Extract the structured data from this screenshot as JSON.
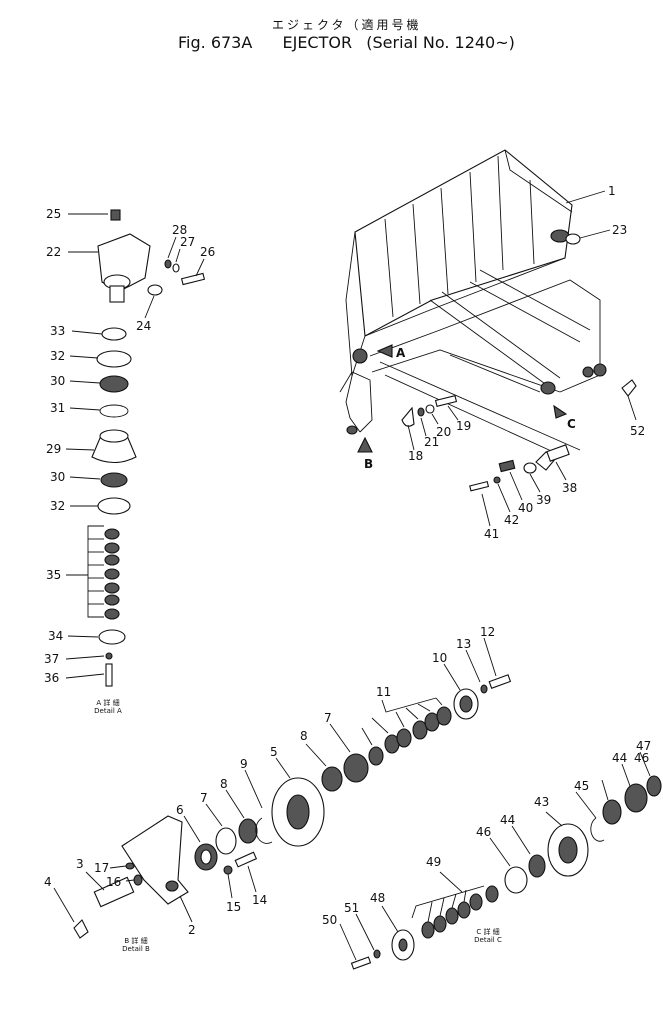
{
  "header": {
    "title_jp": "エジェクタ（適用号機",
    "fig_label": "Fig. 673A",
    "part_name": "EJECTOR",
    "serial": "(Serial No. 1240~)"
  },
  "callouts": {
    "p1": "1",
    "p2": "2",
    "p3": "3",
    "p4": "4",
    "p5": "5",
    "p6": "6",
    "p7a": "7",
    "p7b": "7",
    "p8a": "8",
    "p8b": "8",
    "p9": "9",
    "p10": "10",
    "p11": "11",
    "p12": "12",
    "p13": "13",
    "p14": "14",
    "p15": "15",
    "p16": "16",
    "p17": "17",
    "p18": "18",
    "p19": "19",
    "p20": "20",
    "p21": "21",
    "p22": "22",
    "p23": "23",
    "p24": "24",
    "p25": "25",
    "p26": "26",
    "p27": "27",
    "p28": "28",
    "p29": "29",
    "p30a": "30",
    "p30b": "30",
    "p31": "31",
    "p32a": "32",
    "p32b": "32",
    "p33": "33",
    "p34": "34",
    "p35": "35",
    "p36": "36",
    "p37": "37",
    "p38": "38",
    "p39": "39",
    "p40": "40",
    "p41": "41",
    "p42": "42",
    "p43": "43",
    "p44a": "44",
    "p44b": "44",
    "p45": "45",
    "p46a": "46",
    "p46b": "46",
    "p47": "47",
    "p48": "48",
    "p49": "49",
    "p50": "50",
    "p51": "51",
    "p52": "52"
  },
  "view_markers": {
    "a": "A",
    "b": "B",
    "c": "C"
  },
  "details": {
    "a_jp": "A 詳 細",
    "a_en": "Detail A",
    "b_jp": "B 詳 細",
    "b_en": "Detail B",
    "c_jp": "C 詳 細",
    "c_en": "Detail C"
  }
}
